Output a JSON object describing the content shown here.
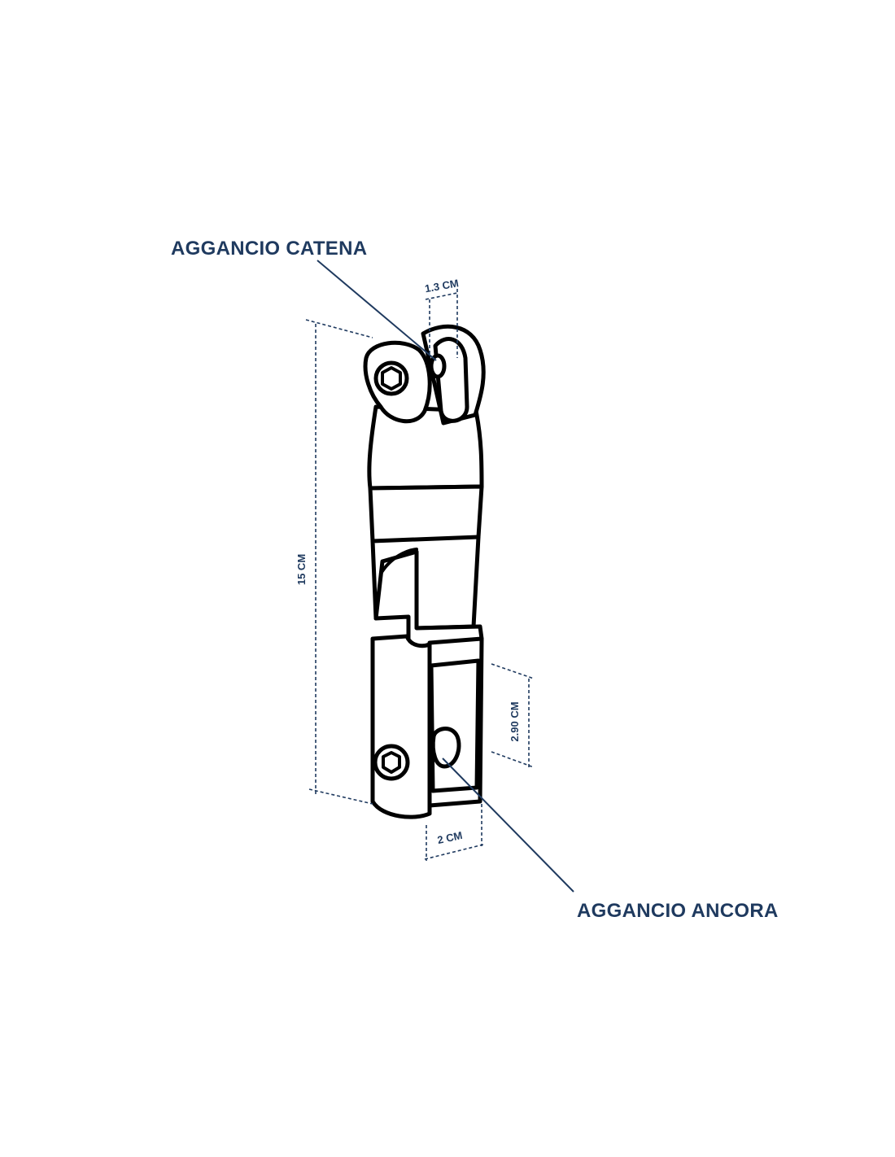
{
  "labels": {
    "chain_attachment": "AGGANCIO CATENA",
    "anchor_attachment": "AGGANCIO ANCORA"
  },
  "dimensions": {
    "pin_diameter": "1.3 CM",
    "total_length": "15 CM",
    "jaw_opening": "2.90 CM",
    "jaw_width": "2 CM"
  },
  "colors": {
    "annotation": "#1f3a5f",
    "outline": "#000000",
    "background": "#ffffff"
  }
}
